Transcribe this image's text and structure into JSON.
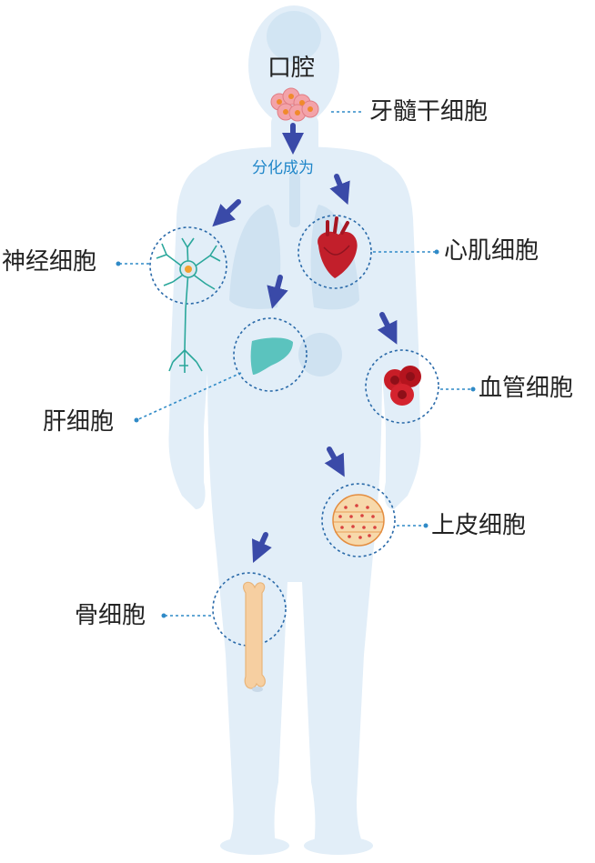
{
  "source": {
    "label": "口腔",
    "stem_cell": "牙髓干细胞"
  },
  "process_label": "分化成为",
  "cell_types": [
    {
      "id": "nerve",
      "label": "神经细胞",
      "icon": "neuron-icon"
    },
    {
      "id": "cardiac",
      "label": "心肌细胞",
      "icon": "heart-icon"
    },
    {
      "id": "liver",
      "label": "肝细胞",
      "icon": "liver-icon"
    },
    {
      "id": "vascular",
      "label": "血管细胞",
      "icon": "blood-cells-icon"
    },
    {
      "id": "epithelial",
      "label": "上皮细胞",
      "icon": "epithelium-icon"
    },
    {
      "id": "bone",
      "label": "骨细胞",
      "icon": "bone-icon"
    }
  ],
  "colors": {
    "body": "#e2eef8",
    "organ": "#cfe2f1",
    "arrow": "#3a4aa8",
    "leader": "#2f8ac7",
    "circle": "#2a6aa9",
    "process_text": "#1f86c9"
  }
}
